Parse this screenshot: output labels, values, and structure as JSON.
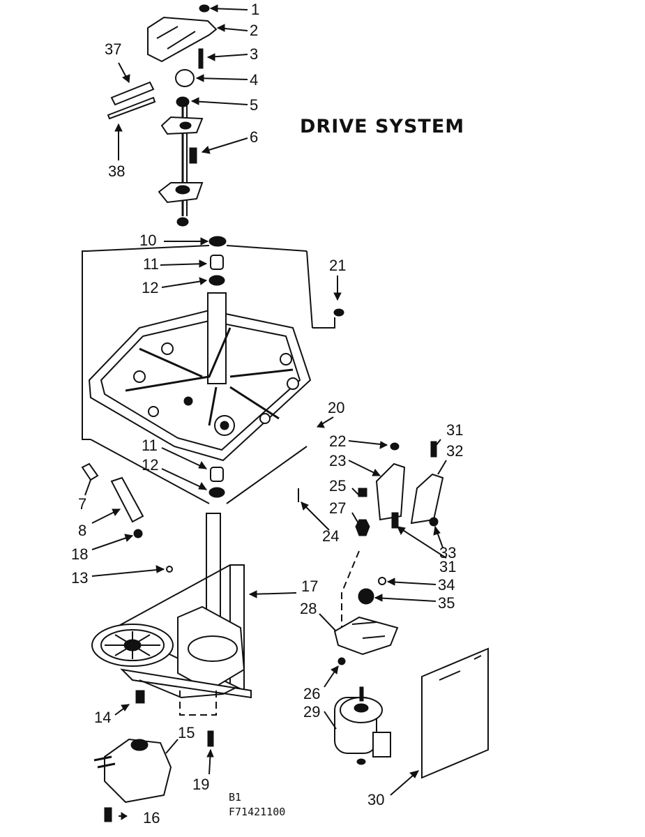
{
  "title": "DRIVE SYSTEM",
  "footer": {
    "line1": "B1",
    "line2": "F71421100"
  },
  "callouts": {
    "c1": "1",
    "c2": "2",
    "c3": "3",
    "c4": "4",
    "c5": "5",
    "c6": "6",
    "c37": "37",
    "c38": "38",
    "c10": "10",
    "c11a": "11",
    "c12a": "12",
    "c21": "21",
    "c20": "20",
    "c11b": "11",
    "c12b": "12",
    "c22": "22",
    "c23": "23",
    "c31a": "31",
    "c32": "32",
    "c25": "25",
    "c27": "27",
    "c24": "24",
    "c31b": "31",
    "c33": "33",
    "c7": "7",
    "c8": "8",
    "c18": "18",
    "c13": "13",
    "c17": "17",
    "c34": "34",
    "c35": "35",
    "c28": "28",
    "c26": "26",
    "c29": "29",
    "c30": "30",
    "c14": "14",
    "c15": "15",
    "c19": "19",
    "c16": "16"
  }
}
